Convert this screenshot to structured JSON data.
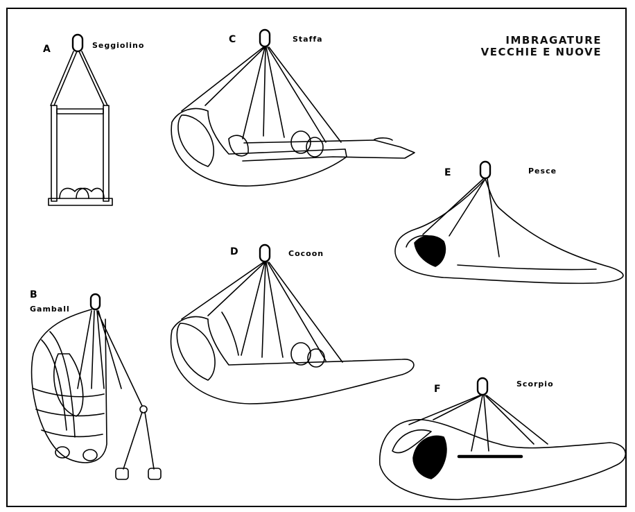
{
  "title": {
    "line1": "IMBRAGATURE",
    "line2": "VECCHIE E NUOVE"
  },
  "harnesses": [
    {
      "letter": "A",
      "name": "Seggiolino"
    },
    {
      "letter": "B",
      "name": "Gamball"
    },
    {
      "letter": "C",
      "name": "Staffa"
    },
    {
      "letter": "D",
      "name": "Cocoon"
    },
    {
      "letter": "E",
      "name": "Pesce"
    },
    {
      "letter": "F",
      "name": "Scorpio"
    }
  ],
  "colors": {
    "ink": "#000000",
    "paper": "#ffffff"
  }
}
